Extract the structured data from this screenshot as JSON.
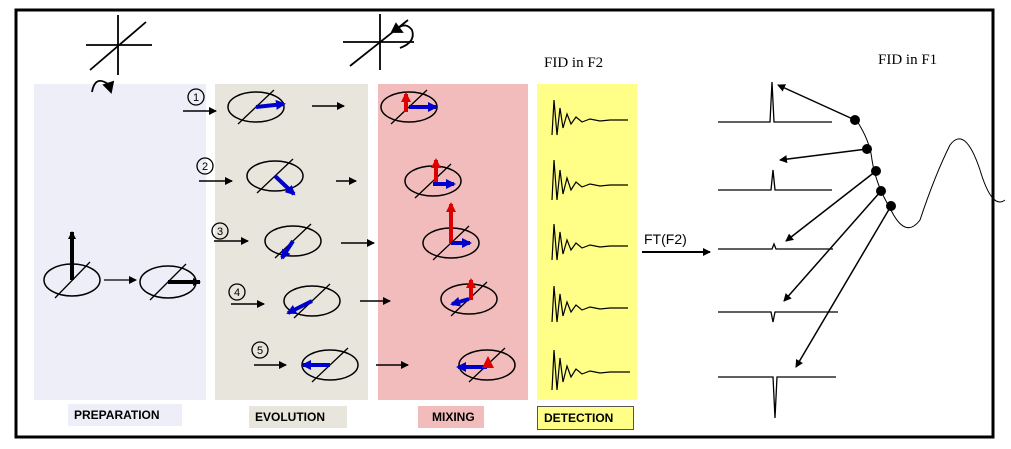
{
  "stages": {
    "preparation": {
      "label": "PREPARATION",
      "color": "#eeeef8"
    },
    "evolution": {
      "label": "EVOLUTION",
      "color": "#e7e5dc"
    },
    "mixing": {
      "label": "MIXING",
      "color": "#f3bcbc"
    },
    "detection": {
      "label": "DETECTION",
      "color": "#ffff88"
    }
  },
  "headings": {
    "fid_f2": "FID in F2",
    "fid_f1": "FID in F1",
    "ft_label": "FT(F2)"
  },
  "step_numbers": [
    "1",
    "2",
    "3",
    "4",
    "5"
  ],
  "colors": {
    "blue_vector": "#0000cc",
    "red_vector": "#dd0000",
    "frame": "#000000"
  },
  "icons": {
    "pulse_preparation": "pulse-90-icon",
    "pulse_mixing": "pulse-90-icon"
  }
}
